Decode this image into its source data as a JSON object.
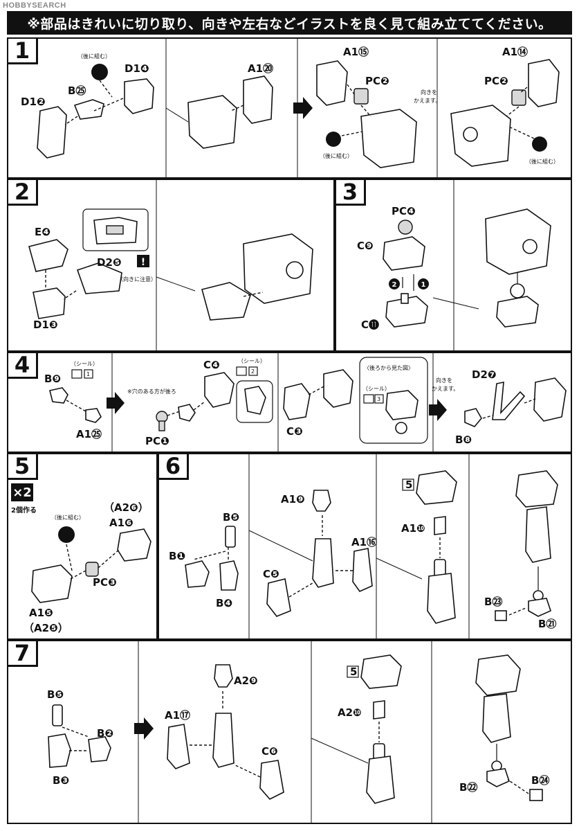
{
  "watermark": "HOBBYSEARCH",
  "header": "※部品はきれいに切り取り、向きや左右などイラストを良く見て組み立ててください。",
  "steps": {
    "s1": {
      "num": "1",
      "labels": {
        "d1_4": "D1❹",
        "b25": "B㉕",
        "d1_2": "D1❷",
        "later": "（後に組む）",
        "a1_20": "A1⑳",
        "a1_15": "A1⑮",
        "pc2a": "PC❷",
        "later2": "（後に組む）",
        "a1_14": "A1⑭",
        "pc2b": "PC❷",
        "turn": "向きを",
        "turn2": "かえます。",
        "later3": "（後に組む）"
      }
    },
    "s2": {
      "num": "2",
      "labels": {
        "e4": "E❹",
        "d2_5": "D2❺",
        "d1_3": "D1❸",
        "caution": "（向きに注意）",
        "excl": "!"
      }
    },
    "s3": {
      "num": "3",
      "labels": {
        "pc4": "PC❹",
        "c9": "C❾",
        "c11": "C⓫",
        "n1": "1",
        "n2": "2"
      }
    },
    "s4": {
      "num": "4",
      "labels": {
        "seal": "（シール）",
        "seal_n1": "1",
        "b9": "B❾",
        "a1_25": "A1㉕",
        "hole": "※穴のある方が後ろ",
        "pc1": "PC❶",
        "c4": "C❹",
        "seal2": "（シール）",
        "seal_n2": "2",
        "c3": "C❸",
        "rear_view": "〈後ろから見た図〉",
        "seal3": "（シール）",
        "seal_n3": "3",
        "turn": "向きを",
        "turn2": "かえます。",
        "d2_7": "D2❼",
        "b8": "B❽"
      }
    },
    "s5": {
      "num": "5",
      "times": "×2",
      "make2": "2個作る",
      "labels": {
        "a2_6": "（A2❻）",
        "a1_6": "A1❻",
        "later": "（後に組む）",
        "pc3": "PC❸",
        "a1_5": "A1❺",
        "a2_5": "（A2❺）"
      }
    },
    "s6": {
      "num": "6",
      "labels": {
        "b5": "B❺",
        "b1": "B❶",
        "b4": "B❹",
        "a1_9": "A1❾",
        "a1_16": "A1⑯",
        "c5": "C❺",
        "ref5": "5",
        "a1_10": "A1❿",
        "b23": "B㉓",
        "b21": "B㉑"
      }
    },
    "s7": {
      "num": "7",
      "labels": {
        "b5": "B❺",
        "b2": "B❷",
        "b3": "B❸",
        "a2_9": "A2❾",
        "a1_17": "A1⑰",
        "c6": "C❻",
        "ref5": "5",
        "a2_10": "A2❿",
        "b22": "B㉒",
        "b24": "B㉔"
      }
    }
  }
}
